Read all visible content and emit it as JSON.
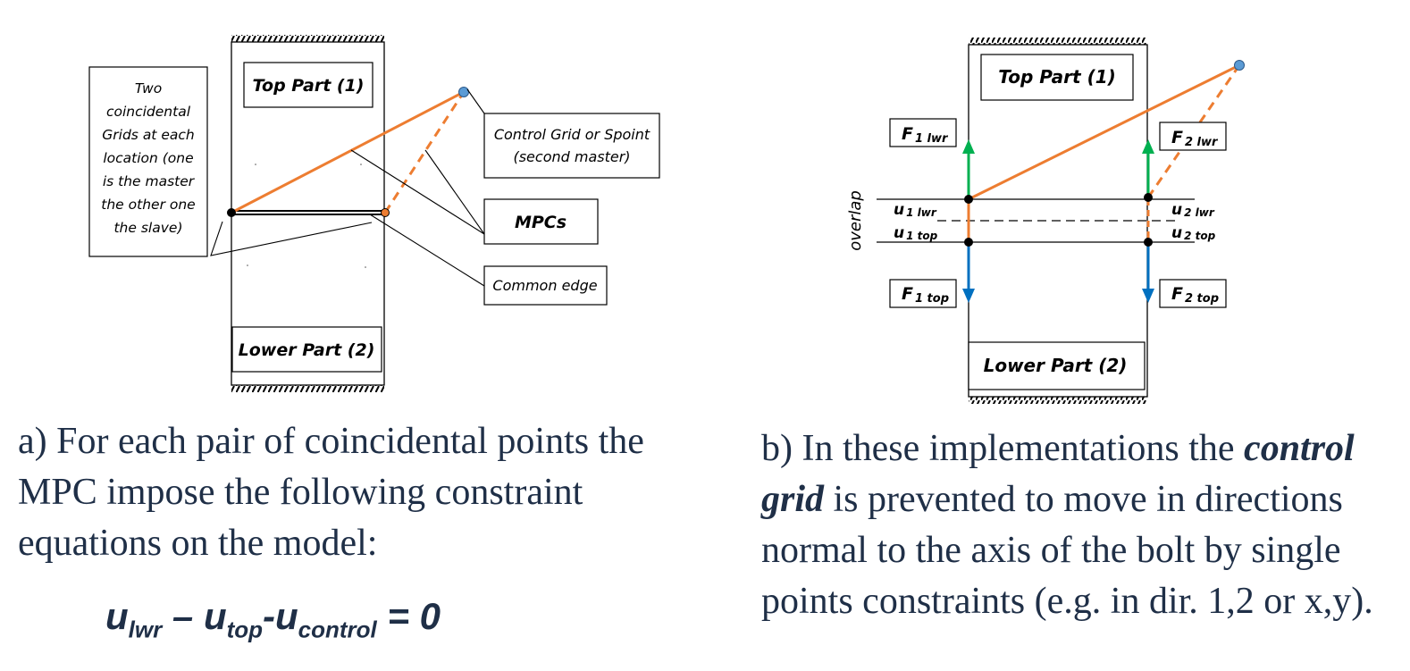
{
  "diagram_a": {
    "top_part": "Top Part (1)",
    "lower_part": "Lower Part (2)",
    "note_lines": [
      "Two",
      "coincidental",
      "Grids at each",
      "location (one",
      "is the master",
      "the other one",
      "the slave)"
    ],
    "control_lines": [
      "Control Grid or Spoint",
      "(second master)"
    ],
    "mpcs": "MPCs",
    "common_edge": "Common edge"
  },
  "diagram_b": {
    "top_part": "Top Part (1)",
    "lower_part": "Lower Part (2)",
    "overlap": "overlap",
    "f1_lwr": {
      "main": "F",
      "sub": "1 lwr"
    },
    "f2_lwr": {
      "main": "F",
      "sub": "2 lwr"
    },
    "f1_top": {
      "main": "F",
      "sub": "1 top"
    },
    "f2_top": {
      "main": "F",
      "sub": "2 top"
    },
    "u1_lwr": {
      "main": "u",
      "sub": "1 lwr"
    },
    "u1_top": {
      "main": "u",
      "sub": "1 top"
    },
    "u2_lwr": {
      "main": "u",
      "sub": "2 lwr"
    },
    "u2_top": {
      "main": "u",
      "sub": "2 top"
    }
  },
  "caption_a": {
    "text": "a)  For each pair of coincidental points the MPC impose the following constraint equations on the model:"
  },
  "equation": {
    "u": "u",
    "lwr": "lwr",
    "minus": " – ",
    "top": "top",
    "dash": "-",
    "control": "control",
    "eq": " = 0"
  },
  "caption_b": {
    "lead": "b) In these implementations the ",
    "emph": "control grid",
    "rest": " is prevented to move in directions normal to the axis of the bolt by single points constraints (e.g. in dir. 1,2 or x,y)."
  },
  "colors": {
    "orange": "#ed7d31",
    "green": "#00b050",
    "blue": "#0070c0",
    "point": "#5b9bd5",
    "text": "#1f2f47"
  }
}
